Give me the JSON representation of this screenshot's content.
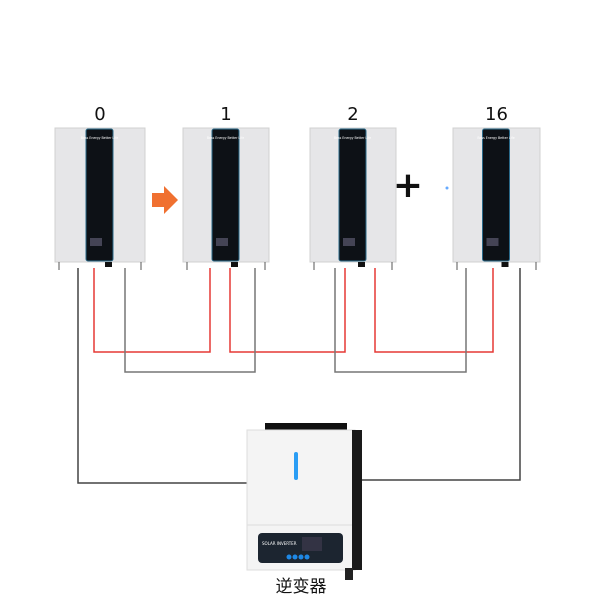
{
  "batteries": [
    {
      "label": "0",
      "brand": "Bess Energy Better Life"
    },
    {
      "label": "1",
      "brand": "Bess Energy Better Life"
    },
    {
      "label": "2",
      "brand": "Bess Energy Better Life"
    },
    {
      "label": "16",
      "brand": "Bess Energy Better Life"
    }
  ],
  "plus_sign": "+",
  "inverter": {
    "label": "逆变器",
    "panel_text": "SOLAR INVERTER"
  },
  "colors": {
    "positive_wire": "#e53935",
    "negative_wire": "#777777",
    "arrow": "#f07030",
    "led": "#2a9df4"
  }
}
